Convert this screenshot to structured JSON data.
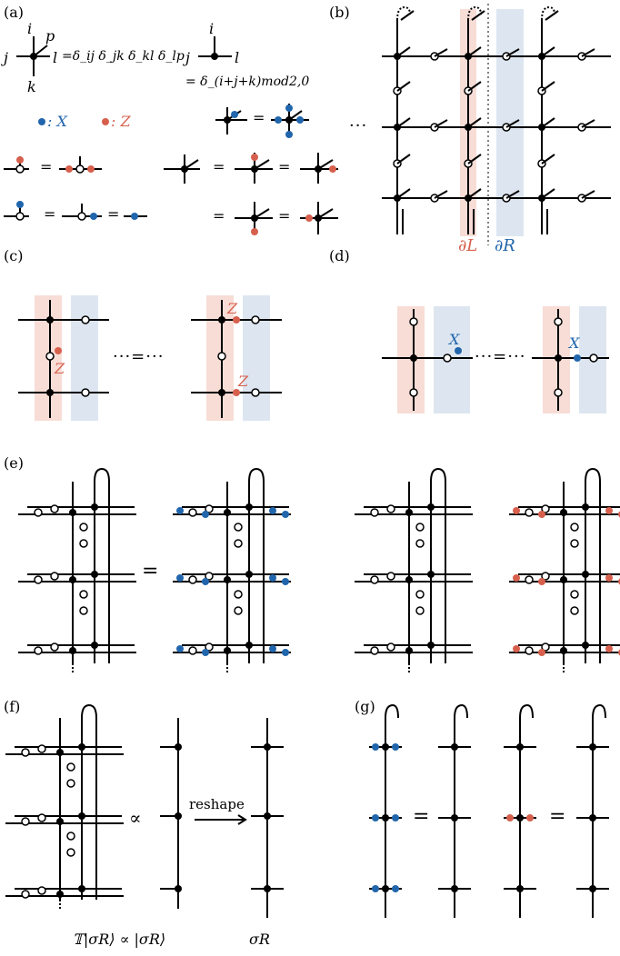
{
  "panels": {
    "a": "(a)",
    "b": "(b)",
    "c": "(c)",
    "d": "(d)",
    "e": "(e)",
    "f": "(f)",
    "g": "(g)"
  },
  "panel_a": {
    "index_i": "i",
    "index_j": "j",
    "index_k": "k",
    "index_l": "l",
    "index_p": "p",
    "delta_eq": "=δ_ij δ_jk δ_kl δ_lp",
    "delta_mod": "= δ_(i+j+k)mod2,0",
    "x_legend": ": X",
    "z_legend": ": Z",
    "equals": "="
  },
  "panel_b": {
    "ellipsis": "···",
    "left_boundary": "∂L",
    "right_boundary": "∂R"
  },
  "panel_c": {
    "z1": "Z",
    "z2": "Z",
    "z3": "Z",
    "equals": "···=···"
  },
  "panel_d": {
    "x1": "X",
    "x2": "X",
    "equals": "···=···"
  },
  "panel_e": {
    "equals": "="
  },
  "panel_f": {
    "proportional": "∝",
    "reshape": "reshape",
    "caption_left": "𝕋|σR⟩ ∝ |σR⟩",
    "caption_right": "σR"
  },
  "panel_g": {
    "equals": "="
  },
  "colors": {
    "x_dot": "#2166ac",
    "z_dot": "#d6604d",
    "left_band": "#f7ddd6",
    "right_band": "#dde6f0"
  }
}
